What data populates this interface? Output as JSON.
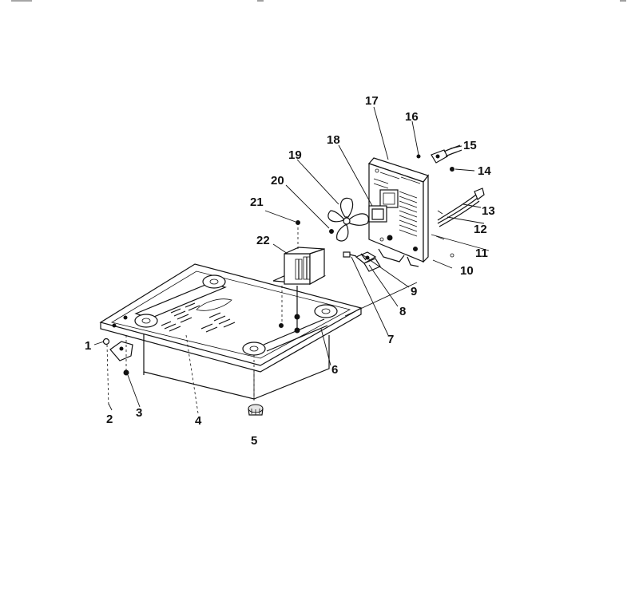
{
  "diagram": {
    "callouts": [
      "1",
      "2",
      "3",
      "4",
      "5",
      "6",
      "7",
      "8",
      "9",
      "10",
      "11",
      "12",
      "13",
      "14",
      "15",
      "16",
      "17",
      "18",
      "19",
      "20",
      "21",
      "22"
    ]
  },
  "colors": {
    "ink": "#111111",
    "paper": "#ffffff"
  }
}
